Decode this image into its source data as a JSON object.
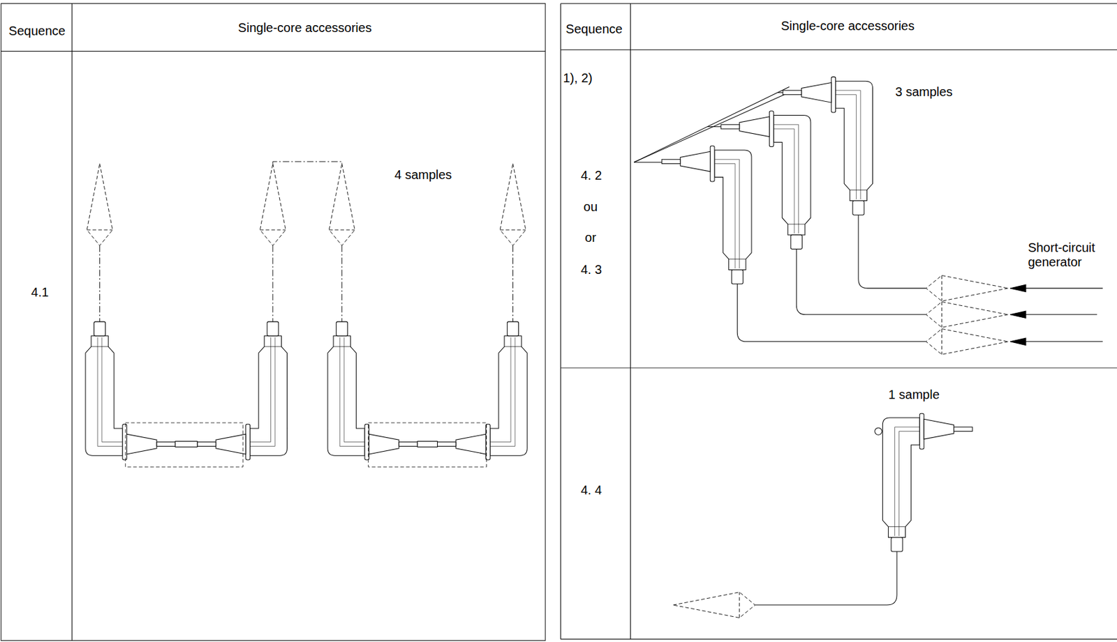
{
  "diagram": {
    "labels": [
      "Sequence",
      "Single-core accessories",
      "4.1",
      "4 samples",
      "Sequence",
      "Single-core accessories",
      "1), 2)",
      "4. 2",
      "ou",
      "or",
      "4. 3",
      "3 samples",
      "Short-circuit generator",
      "4. 4",
      "1 sample"
    ]
  }
}
